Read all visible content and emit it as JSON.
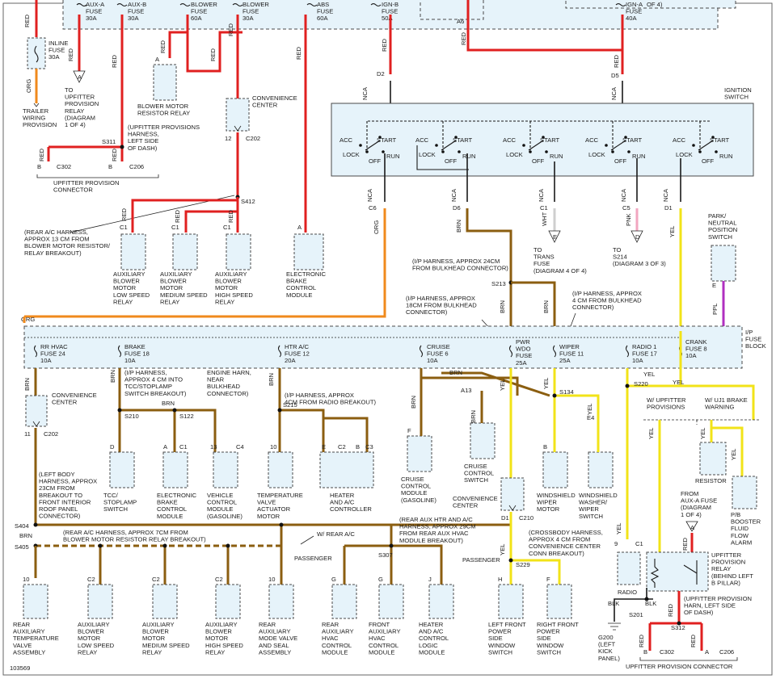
{
  "top_fuses": [
    {
      "label": "AUX-A\nFUSE\n30A"
    },
    {
      "label": "AUX-B\nFUSE\n30A"
    },
    {
      "label": "BLOWER\nFUSE\n60A"
    },
    {
      "label": "BLOWER\nFUSE\n30A"
    },
    {
      "label": "ABS\nFUSE\n60A"
    },
    {
      "label": "IGN-B\nFUSE\n50A"
    },
    {
      "label": "IGN-A\nFUSE\n40A"
    }
  ],
  "top_labels": {
    "a6": "A6",
    "of4": "OF 4)"
  },
  "left_col": {
    "red": "RED",
    "org": "ORG",
    "inline_fuse": "INLINE\nFUSE\n30A",
    "trailer": "TRAILER\nWIRING\nPROVISION",
    "to_upfitter": "TO\nUPFITTER\nPROVISION\nRELAY\n(DIAGRAM\n1 OF 4)",
    "blower_relay": "BLOWER MOTOR\nRESISTOR RELAY",
    "upfit_harness": "(UPFITTER PROVISIONS\nHARNESS,\nLEFT SIDE\nOF DASH)",
    "s311": "S311",
    "c302": "C302",
    "c206": "C206",
    "b1": "B",
    "b2": "B",
    "a": "A",
    "upfitter_connector": "UPFITTER PROVISION\nCONNECTOR",
    "conv_center": "CONVENIENCE\nCENTER",
    "c12": "12",
    "c202": "C202",
    "s412": "S412",
    "rear_ac": "(REAR A/C HARNESS,\nAPPROX 13 CM FROM\nBLOWER MOTOR RESISTOR/\nRELAY BREAKOUT)"
  },
  "relays_mid": [
    {
      "label": "AUXILIARY\nBLOWER\nMOTOR\nLOW SPEED\nRELAY",
      "pin": "C1",
      "wire": "RED"
    },
    {
      "label": "AUXILIARY\nBLOWER\nMOTOR\nMEDIUM SPEED\nRELAY",
      "pin": "C1",
      "wire": "RED"
    },
    {
      "label": "AUXILIARY\nBLOWER\nMOTOR\nHIGH SPEED\nRELAY",
      "pin": "C1",
      "wire": "RED"
    }
  ],
  "ebcm": {
    "label": "ELECTRONIC\nBRAKE\nCONTROL\nMODULE",
    "pin": "A",
    "wire": "RED"
  },
  "ignition": {
    "title": "IGNITION\nSWITCH",
    "switches": [
      {
        "acc": "ACC",
        "start": "START",
        "lock": "LOCK",
        "off": "OFF",
        "run": "RUN"
      },
      {
        "acc": "ACC",
        "start": "START",
        "lock": "LOCK",
        "off": "OFF",
        "run": "RUN"
      },
      {
        "acc": "ACC",
        "start": "START",
        "lock": "LOCK",
        "off": "OFF",
        "run": "RUN"
      },
      {
        "acc": "ACC",
        "start": "START",
        "lock": "LOCK",
        "off": "OFF",
        "run": "RUN"
      },
      {
        "acc": "ACC",
        "start": "START",
        "lock": "LOCK",
        "off": "OFF",
        "run": "RUN"
      }
    ],
    "pins": {
      "d2": "D2",
      "d5": "D5",
      "c6": "C6",
      "d6": "D6",
      "c1": "C1",
      "c5": "C5",
      "d1": "D1"
    },
    "wires": {
      "nca": "NCA",
      "org": "ORG",
      "brn": "BRN",
      "wht": "WHT",
      "pnk": "PNK",
      "yel": "YEL",
      "red": "RED"
    },
    "to_trans": "TO\nTRANS\nFUSE\n(DIAGRAM 4 OF 4)",
    "to_s214": "TO\nS214\n(DIAGRAM 3 OF 3)",
    "e": "E",
    "d": "D"
  },
  "park": {
    "label": "PARK/\nNEUTRAL\nPOSITION\nSWITCH",
    "pin": "E",
    "wire": "PPL"
  },
  "ip_notes": {
    "s213": "S213",
    "n1": "(I/P HARNESS, APPROX 24CM\nFROM BULKHEAD CONNECTOR)",
    "n2": "(I/P HARNESS, APPROX\n18CM FROM BULKHEAD\nCONNECTOR)",
    "n3": "(I/P HARNESS, APPROX\n4 CM FROM BULKHEAD\nCONNECTOR)"
  },
  "ip_block": {
    "title": "I/P\nFUSE\nBLOCK",
    "org": "ORG",
    "fuses": [
      {
        "label": "RR HVAC\nFUSE 24\n10A"
      },
      {
        "label": "BRAKE\nFUSE 18\n10A"
      },
      {
        "label": "HTR A/C\nFUSE 12\n20A"
      },
      {
        "label": "CRUISE\nFUSE 6\n10A"
      },
      {
        "label": "PWR\nWDO\nFUSE\n25A"
      },
      {
        "label": "WIPER\nFUSE 11\n25A"
      },
      {
        "label": "RADIO 1\nFUSE 17\n10A"
      },
      {
        "label": "CRANK\nFUSE 8\n10A"
      }
    ]
  },
  "lower": {
    "brn": "BRN",
    "yel": "YEL",
    "blk": "BLK",
    "red": "RED",
    "conv_center": "CONVENIENCE\nCENTER",
    "c11": "11",
    "c202": "C202",
    "ip_note_a": "(I/P HARNESS,\nAPPROX 4 CM INTO\nTCC/STOPLAMP\nSWITCH BREAKOUT)",
    "eng_note": "ENGINE HARN,\nNEAR\nBULKHEAD\nCONNECTOR)",
    "ip_note_b": "(I/P HARNESS, APPROX\n4CM FROM RADIO BREAKOUT)",
    "s210": "S210",
    "s122": "S122",
    "s215": "S215",
    "s134": "S134",
    "s220": "S220",
    "a13": "A13",
    "e4": "E4",
    "components": [
      {
        "label": "TCC/\nSTOPLAMP\nSWITCH",
        "pin": "D"
      },
      {
        "label": "ELECTRONIC\nBRAKE\nCONTROL\nMODULE",
        "pin": "A",
        "conn": "C1"
      },
      {
        "label": "VEHICLE\nCONTROL\nMODULE\n(GASOLINE)",
        "pin": "13",
        "conn": "C4"
      },
      {
        "label": "TEMPERATURE\nVALVE\nACTUATOR\nMOTOR",
        "pin": "10"
      },
      {
        "label": "HEATER\nAND A/C\nCONTROLLER",
        "pin": "E",
        "conn": "C2",
        "pin2": "B",
        "conn2": "C3"
      },
      {
        "label": "CRUISE\nCONTROL\nMODULE\n(GASOLINE)",
        "pin": "F"
      },
      {
        "label": "CRUISE\nCONTROL\nSWITCH"
      },
      {
        "label": "WINDSHIELD\nWIPER\nMOTOR",
        "pin": "B"
      },
      {
        "label": "WINDSHIELD\nWASHER/\nWIPER\nSWITCH"
      }
    ],
    "left_body": "(LEFT BODY\nHARNESS, APPROX\n23CM FROM\nBREAKOUT TO\nFRONT INTERIOR\nROOF PANEL\nCONNECTOR)",
    "s404": "S404",
    "s405": "S405",
    "s307": "S307",
    "s229": "S229",
    "s201": "S201",
    "s312": "S312",
    "rear_ac_note": "(REAR A/C HARNESS, APPROX 7CM FROM\nBLOWER MOTOR RESISTOR RELAY BREAKOUT)",
    "rear_aux_note": "(REAR AUX HTR AND A/C\nHARNESS, APPROX 29CM\nFROM REAR AUX HVAC\nMODULE BREAKOUT)",
    "w_rear_ac": "W/ REAR A/C",
    "passenger": "PASSENGER",
    "conv2": "CONVENIENCE\nCENTER",
    "d1": "D1",
    "c210": "C210",
    "crossbody": "(CROSSBODY HARNESS,\nAPPROX 4 CM FROM\nCONVENIENCE CENTER\nCONN BREAKOUT)",
    "w_upfit": "W/ UPFITTER\nPROVISIONS",
    "w_uj1": "W/ UJ1 BRAKE\nWARNING",
    "resistor": "RESISTOR",
    "pb_booster": "P/B\nBOOSTER\nFLUID\nFLOW\nALARM",
    "from_aux": "FROM\nAUX-A FUSE\n(DIAGRAM\n1 OF 4)",
    "up_relay": "UPFITTER\nPROVISION\nRELAY\n(BEHIND LEFT\nB PILLAR)",
    "up_harn": "(UPFITTER PROVISION\nHARN, LEFT SIDE\nOF DASH)",
    "radio": "RADIO",
    "radio_pin": "9",
    "radio_conn": "C1",
    "g200": "G200\n(LEFT\nKICK\nPANEL)",
    "upconn": "UPFITTER PROVISION CONNECTOR",
    "c302": "C302",
    "c206": "C206",
    "b": "B",
    "a": "A",
    "bottom": [
      {
        "label": "REAR\nAUXILIARY\nTEMPERATURE\nVALVE\nASSEMBLY",
        "pin": "10"
      },
      {
        "label": "AUXILIARY\nBLOWER\nMOTOR\nLOW SPEED\nRELAY",
        "pin": "C2"
      },
      {
        "label": "AUXILIARY\nBLOWER\nMOTOR\nMEDIUM SPEED\nRELAY",
        "pin": "C2"
      },
      {
        "label": "AUXILIARY\nBLOWER\nMOTOR\nHIGH SPEED\nRELAY",
        "pin": "C2"
      },
      {
        "label": "REAR\nAUXILIARY\nMODE VALVE\nAND SEAL\nASSEMBLY",
        "pin": "10"
      },
      {
        "label": "REAR\nAUXILIARY\nHVAC\nCONTROL\nMODULE",
        "pin": "G"
      },
      {
        "label": "FRONT\nAUXILIARY\nHVAC\nCONTROL\nMODULE",
        "pin": "G"
      },
      {
        "label": "HEATER\nAND A/C\nCONTROL\nLOGIC\nMODULE",
        "pin": "J"
      },
      {
        "label": "LEFT FRONT\nPOWER\nSIDE\nWINDOW\nSWITCH",
        "pin": "H"
      },
      {
        "label": "RIGHT FRONT\nPOWER\nSIDE\nWINDOW\nSWITCH",
        "pin": "F"
      }
    ],
    "diagram_no": "103569"
  }
}
